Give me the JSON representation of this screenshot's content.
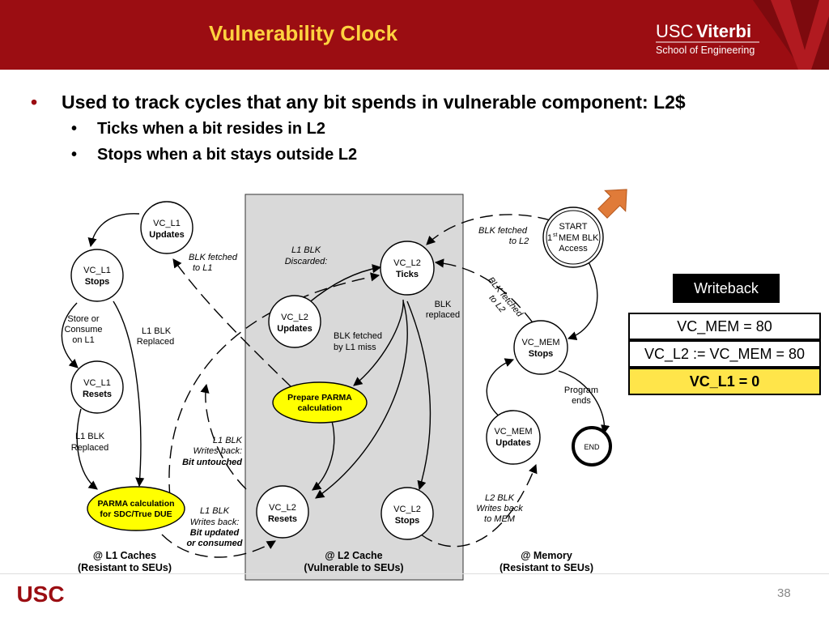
{
  "header": {
    "title": "Vulnerability Clock",
    "logo_usc": "USC",
    "logo_viterbi": "Viterbi",
    "logo_school": "School of Engineering"
  },
  "bullets": {
    "main": "Used to track cycles that any bit spends in vulnerable component: L2$",
    "sub1": "Ticks when a bit resides in L2",
    "sub2": "Stops when a bit stays outside L2",
    "marker": "•"
  },
  "diagram": {
    "nodes": {
      "vcl1_updates": [
        "VC_L1",
        "Updates"
      ],
      "vcl1_stops": [
        "VC_L1",
        "Stops"
      ],
      "vcl1_resets": [
        "VC_L1",
        "Resets"
      ],
      "parma_l1": [
        "PARMA calculation",
        "for SDC/True DUE"
      ],
      "vcl2_ticks": [
        "VC_L2",
        "Ticks"
      ],
      "vcl2_updates": [
        "VC_L2",
        "Updates"
      ],
      "prepare_parma": [
        "Prepare PARMA",
        "calculation"
      ],
      "vcl2_resets": [
        "VC_L2",
        "Resets"
      ],
      "vcl2_stops": [
        "VC_L2",
        "Stops"
      ],
      "start": [
        "START",
        "1",
        "st",
        "MEM BLK",
        "Access"
      ],
      "vcmem_stops": [
        "VC_MEM",
        "Stops"
      ],
      "vcmem_updates": [
        "VC_MEM",
        "Updates"
      ],
      "end": "END"
    },
    "edge_labels": {
      "blk_fetched_l1": [
        "BLK fetched",
        "to L1"
      ],
      "store_consume": [
        "Store or",
        "Consume",
        "on L1"
      ],
      "l1_blk_replaced_a": [
        "L1 BLK",
        "Replaced"
      ],
      "l1_blk_replaced_b": [
        "L1 BLK",
        "Replaced"
      ],
      "l1_blk_discarded": [
        "L1 BLK",
        "Discarded:"
      ],
      "blk_fetched_l1_miss": [
        "BLK fetched",
        "by L1 miss"
      ],
      "blk_replaced": [
        "BLK",
        "replaced"
      ],
      "blk_fetched_l2_top": [
        "BLK fetched",
        "to L2"
      ],
      "blk_fetched_l2_diag": [
        "BLK fetched",
        "to L2"
      ],
      "program_ends": [
        "Program",
        "ends"
      ],
      "writes_back_untouched": [
        "L1 BLK",
        "Writes back:",
        "Bit untouched"
      ],
      "writes_back_updated": [
        "L1 BLK",
        "Writes back:",
        "Bit updated",
        "or consumed"
      ],
      "l2_writes_back_mem": [
        "L2 BLK",
        "Writes back",
        "to MEM"
      ]
    },
    "regions": {
      "l1": [
        "@ L1 Caches",
        "(Resistant to SEUs)"
      ],
      "l2": [
        "@ L2 Cache",
        "(Vulnerable to SEUs)"
      ],
      "mem": [
        "@ Memory",
        "(Resistant to SEUs)"
      ]
    },
    "colors": {
      "highlight_fill": "#ffff00",
      "region_fill": "#d9d9d9",
      "arrow_marker": "#e07b39"
    }
  },
  "writeback": {
    "label": "Writeback",
    "line1": "VC_MEM = 80",
    "line2": "VC_L2 := VC_MEM = 80",
    "line3": "VC_L1 = 0",
    "line3_bg": "#ffe54a"
  },
  "footer": {
    "page": "38",
    "logo": "USC"
  }
}
